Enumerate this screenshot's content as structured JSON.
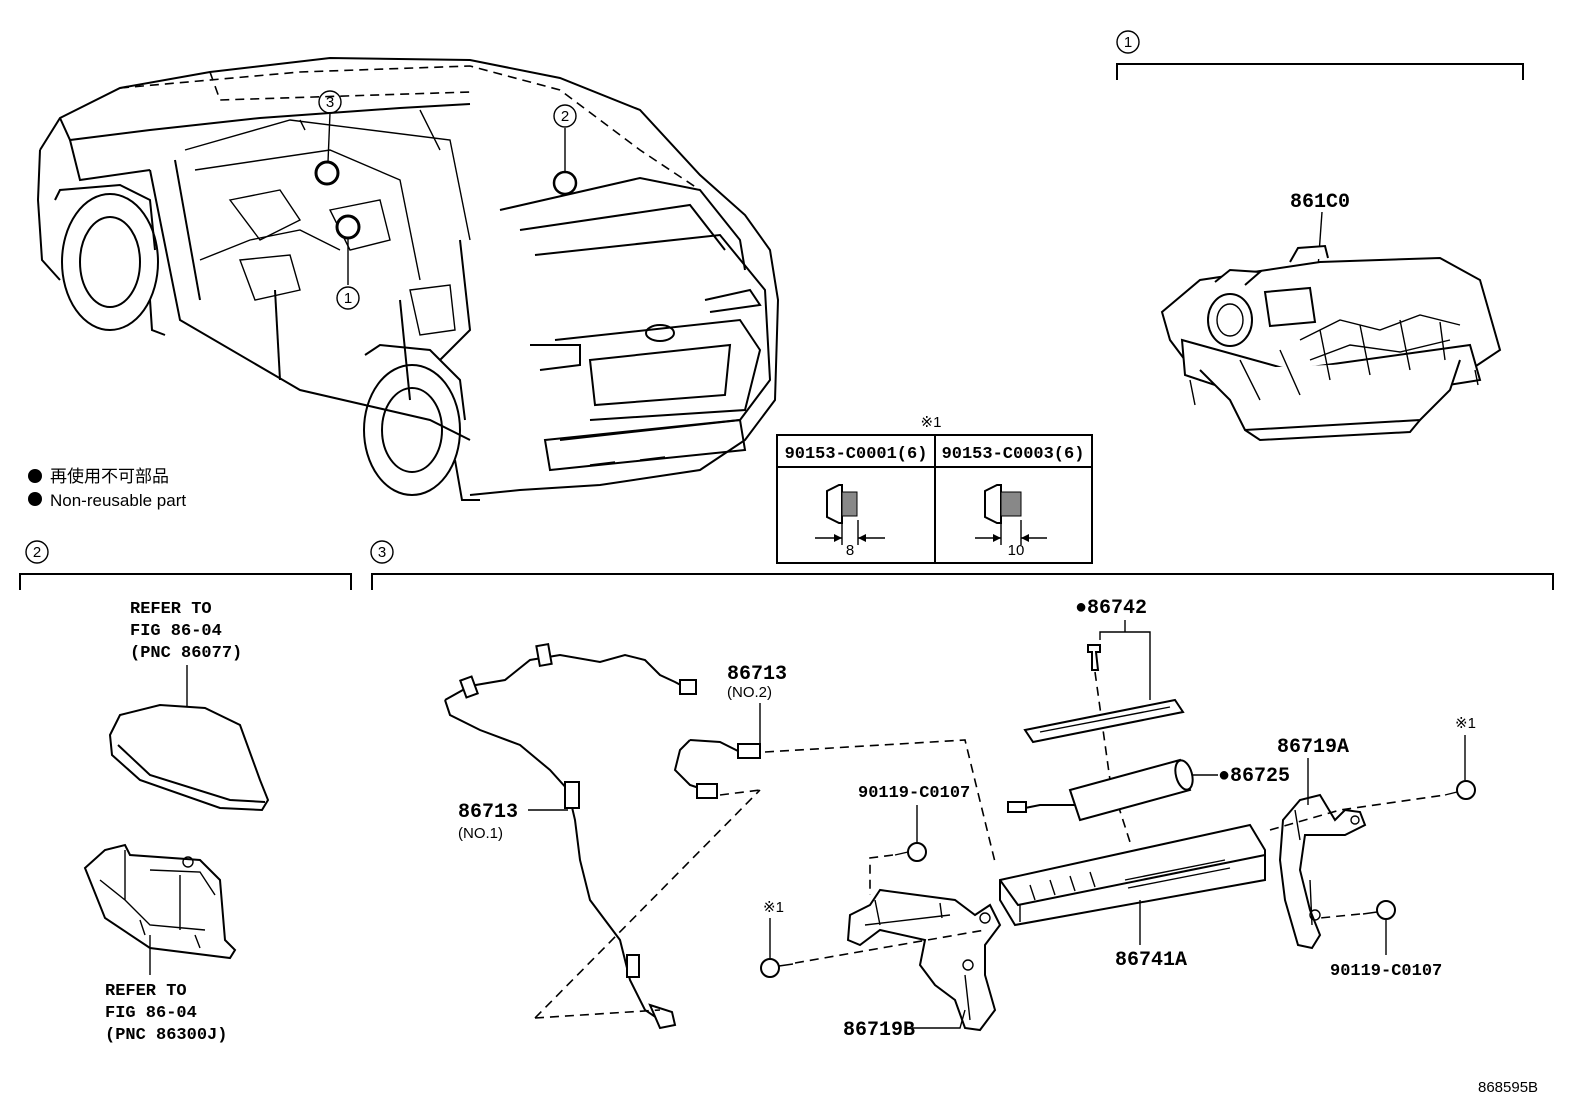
{
  "callouts": {
    "c1": "1",
    "c2": "2",
    "c3": "3"
  },
  "legend": {
    "jp": "再使用不可部品",
    "en": "Non-reusable part"
  },
  "bolt_table": {
    "note": "※1",
    "col1_part": "90153-C0001(6)",
    "col1_len": "8",
    "col2_part": "90153-C0003(6)",
    "col2_len": "10"
  },
  "group1": {
    "part": "861C0"
  },
  "group2": {
    "ref1": [
      "REFER TO",
      "FIG 86-04",
      "(PNC 86077)"
    ],
    "ref2": [
      "REFER TO",
      "FIG 86-04",
      "(PNC 86300J)"
    ]
  },
  "group3": {
    "p86713_no1": "86713",
    "p86713_no1_sub": "(NO.1)",
    "p86713_no2": "86713",
    "p86713_no2_sub": "(NO.2)",
    "p86742": "●86742",
    "p86725": "●86725",
    "p86719A": "86719A",
    "p86719B": "86719B",
    "p86741A": "86741A",
    "p90119_a": "90119-C0107",
    "p90119_b": "90119-C0107",
    "note_a": "※1",
    "note_b": "※1"
  },
  "diagram_id": "868595B",
  "colors": {
    "line": "#000000",
    "background": "#ffffff"
  }
}
